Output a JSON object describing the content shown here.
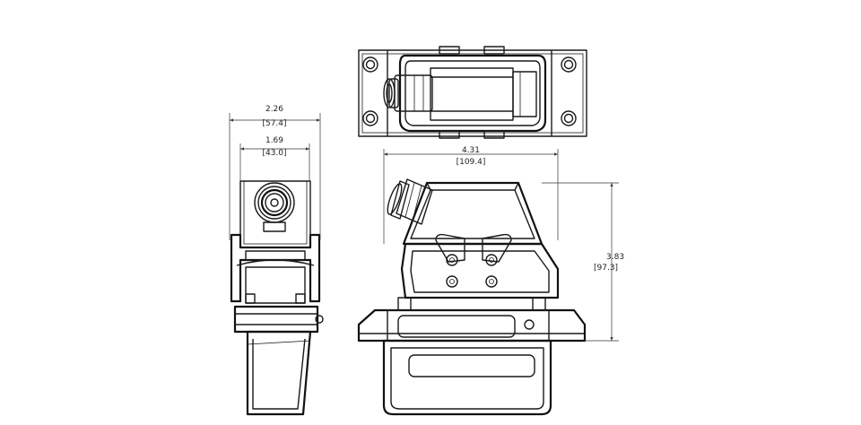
{
  "dimensions": {
    "side_width": {
      "value": "2.26",
      "metric": "[57.4]"
    },
    "side_body_width": {
      "value": "1.69",
      "metric": "[43.0]"
    },
    "front_width": {
      "value": "4.31",
      "metric": "[109.4]"
    },
    "front_height": {
      "value": "3.83",
      "metric": "[97.3]"
    }
  }
}
